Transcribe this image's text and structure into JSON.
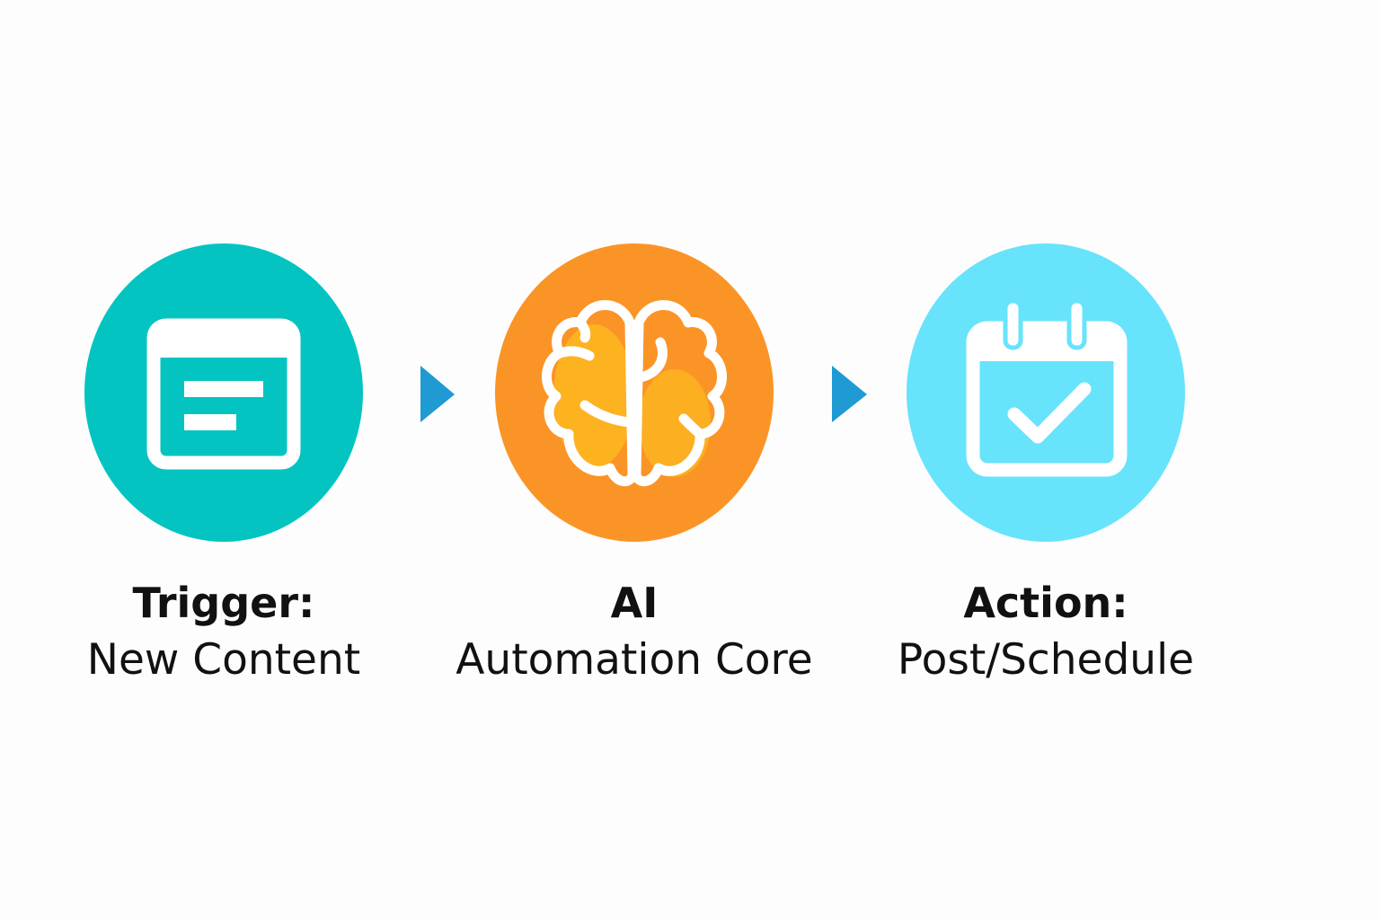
{
  "colors": {
    "trigger": "#03c4c1",
    "core": "#fb9426",
    "action": "#67e3fc",
    "arrow": "#1f9ad3",
    "core_inner": "#fdb520"
  },
  "steps": [
    {
      "title": "Trigger:",
      "subtitle": "New Content",
      "icon": "document-icon"
    },
    {
      "title": "AI",
      "subtitle": "Automation Core",
      "icon": "brain-icon"
    },
    {
      "title": "Action:",
      "subtitle": "Post/Schedule",
      "icon": "calendar-check-icon"
    }
  ]
}
